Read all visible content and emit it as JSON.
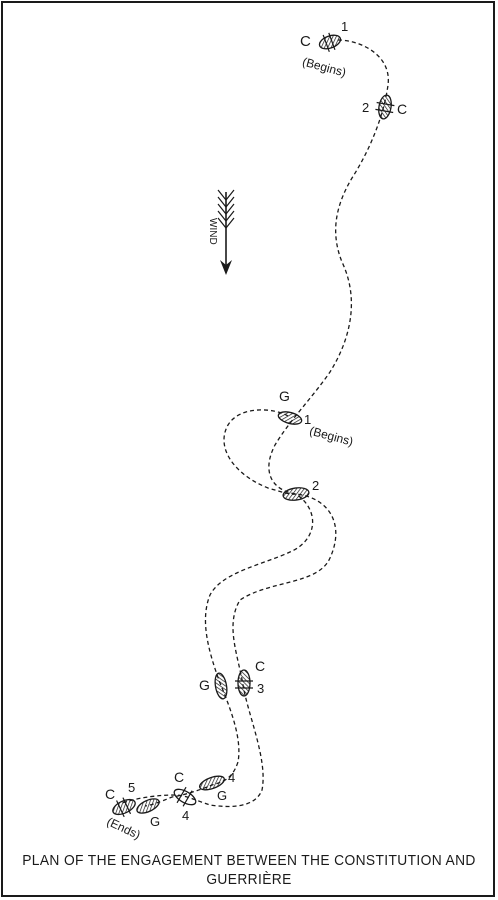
{
  "caption": {
    "line1": "PLAN  OF THE ENGAGEMENT BETWEEN THE CONSTITUTION AND",
    "line2": "GUERRIÈRE"
  },
  "wind_label": "WIND",
  "labels": {
    "c1_ship": "C",
    "c1_num": "1",
    "c1_note": "(Begins)",
    "c2_num": "2",
    "c2_ship": "C",
    "g1_ship": "G",
    "g1_num": "1",
    "g1_note": "(Begins)",
    "g2_num": "2",
    "g3_ship": "G",
    "c3_ship": "C",
    "c3_num": "3",
    "c4_ship": "C",
    "c4_num": "4",
    "g4_num": "4",
    "g4_ship": "G",
    "c5_ship": "C",
    "c5_num": "5",
    "g5_ship": "G",
    "c5_note": "(Ends)"
  },
  "colors": {
    "ink": "#1a1a1a",
    "paper": "#ffffff"
  }
}
